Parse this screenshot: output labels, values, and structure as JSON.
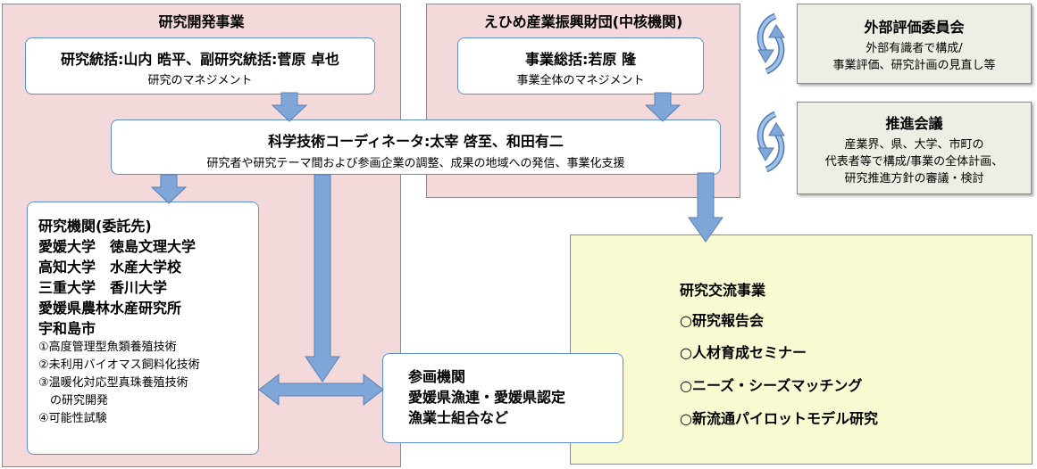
{
  "research_dev": {
    "title": "研究開発事業"
  },
  "ehime_foundation": {
    "title": "えひめ産業振興財団(中核機関)"
  },
  "research_director": {
    "name": "研究統括:山内 晧平、副研究統括:菅原 卓也",
    "role": "研究のマネジメント"
  },
  "project_director": {
    "name": "事業総括:若原 隆",
    "role": "事業全体のマネジメント"
  },
  "coordinator": {
    "name": "科学技術コーディネータ:太宰 啓至、和田有二",
    "role": "研究者や研究テーマ間および参画企業の調整、成果の地域への発信、事業化支援"
  },
  "external_committee": {
    "title": "外部評価委員会",
    "lines": [
      "外部有識者で構成/",
      "事業評価、研究計画の見直し等"
    ]
  },
  "promotion_council": {
    "title": "推進会議",
    "lines": [
      "産業界、県、大学、市町の",
      "代表者等で構成/事業の全体計画、",
      "研究推進方針の審議・検討"
    ]
  },
  "research_institutions": {
    "heading": "研究機関(委託先)",
    "members": [
      "愛媛大学　徳島文理大学",
      "高知大学　水産大学校",
      "三重大学　香川大学",
      "愛媛県農林水産研究所",
      "宇和島市"
    ],
    "themes": [
      "①高度管理型魚類養殖技術",
      "②未利用バイオマス飼料化技術",
      "③温暖化対応型真珠養殖技術",
      "　の研究開発",
      "④可能性試験"
    ]
  },
  "participants": {
    "lines": [
      "参画機関",
      "愛媛県漁連・愛媛県認定",
      "漁業士組合など"
    ]
  },
  "exchange": {
    "title": "研究交流事業",
    "items": [
      "○研究報告会",
      "○人材育成セミナー",
      "○ニーズ・シーズマッチング",
      "○新流通パイロットモデル研究"
    ]
  },
  "colors": {
    "pink_panel": "#f3d9d9",
    "yellow_panel": "#fafad2",
    "gray_box": "#ecefe4",
    "arrow_blue": "#7fa6d9",
    "border_blue": "#5b8fd0"
  }
}
